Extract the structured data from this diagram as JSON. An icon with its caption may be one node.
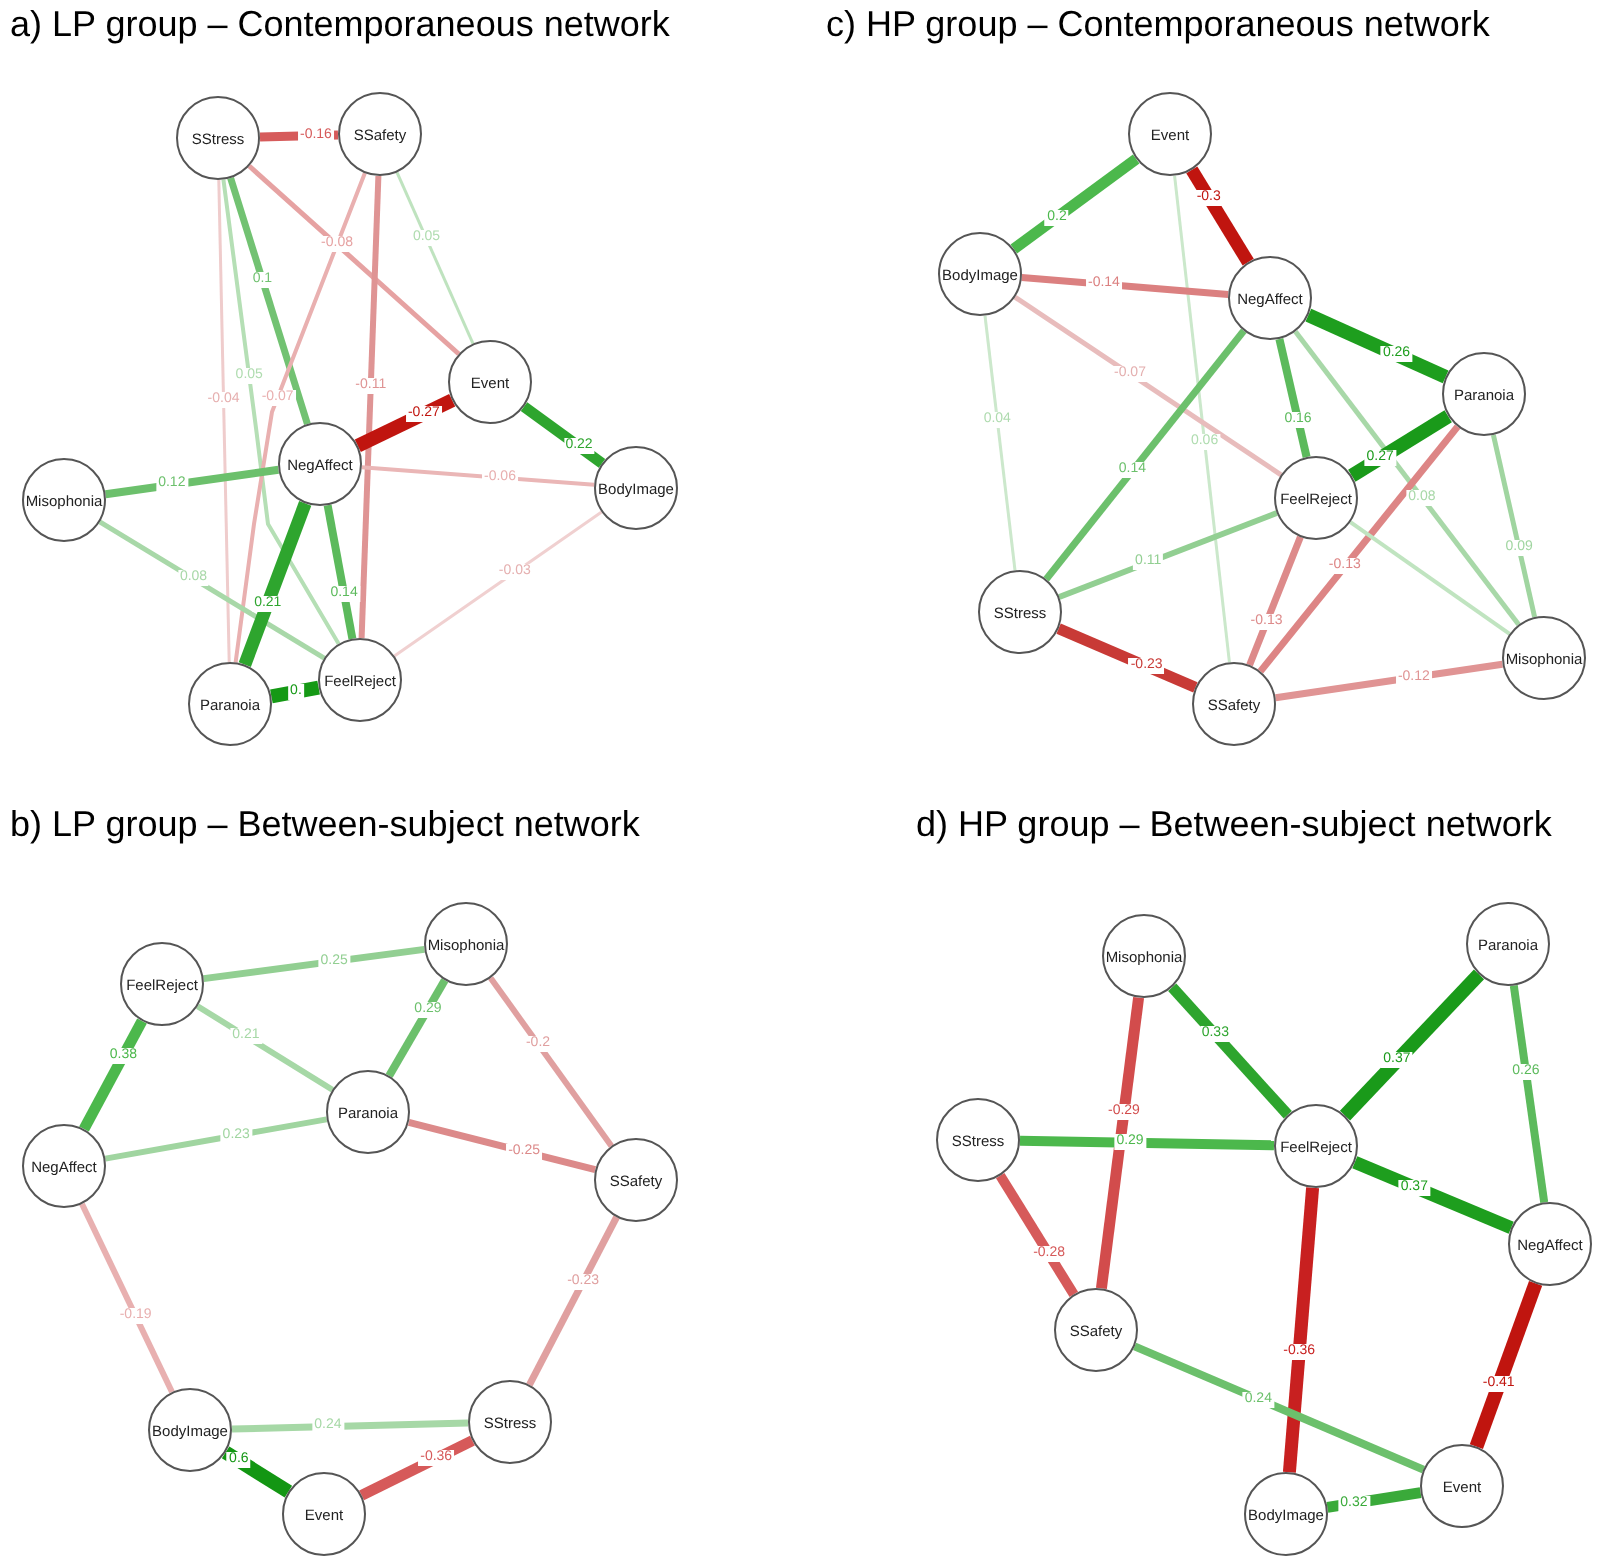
{
  "diagram": {
    "nodes": [
      {
        "text": [
          "SStress"
        ]
      },
      {
        "text": [
          "SSafety"
        ]
      },
      {
        "text": [
          "Event"
        ]
      },
      {
        "text": [
          "NegAffect"
        ]
      },
      {
        "text": [
          "BodyImage"
        ]
      },
      {
        "text": [
          "Misophonia"
        ]
      },
      {
        "text": [
          "Paranoia"
        ]
      },
      {
        "text": [
          "FeelReject"
        ]
      },
      {
        "text": [
          "Event"
        ]
      },
      {
        "text": [
          "BodyImage"
        ]
      },
      {
        "text": [
          "NegAffect"
        ]
      },
      {
        "text": [
          "Paranoia"
        ]
      },
      {
        "text": [
          "FeelReject"
        ]
      },
      {
        "text": [
          "SStress"
        ]
      },
      {
        "text": [
          "SSafety"
        ]
      },
      {
        "text": [
          "Misophonia"
        ]
      },
      {
        "text": [
          "Misophonia"
        ]
      },
      {
        "text": [
          "FeelReject"
        ]
      },
      {
        "text": [
          "Paranoia"
        ]
      },
      {
        "text": [
          "NegAffect"
        ]
      },
      {
        "text": [
          "SSafety"
        ]
      },
      {
        "text": [
          "BodyImage"
        ]
      },
      {
        "text": [
          "SStress"
        ]
      },
      {
        "text": [
          "Event"
        ]
      },
      {
        "text": [
          "Misophonia"
        ]
      },
      {
        "text": [
          "Paranoia"
        ]
      },
      {
        "text": [
          "SStress"
        ]
      },
      {
        "text": [
          "FeelReject"
        ]
      },
      {
        "text": [
          "NegAffect"
        ]
      },
      {
        "text": [
          "SSafety"
        ]
      },
      {
        "text": [
          "Event"
        ]
      },
      {
        "text": [
          "BodyImage"
        ]
      }
    ],
    "edges": [
      {
        "from": 0,
        "to": 1,
        "arrow": "none",
        "label": "-0.16",
        "color": "#d65b5b"
      },
      {
        "from": 0,
        "to": 2,
        "arrow": "none",
        "label": "-0.08",
        "color": "#e6a2a2"
      },
      {
        "from": 0,
        "to": 3,
        "arrow": "none",
        "label": "0.1",
        "color": "#72c272"
      },
      {
        "from": 0,
        "to": 7,
        "arrow": "none",
        "label": "0.05",
        "color": "#b5dfb5"
      },
      {
        "from": 0,
        "to": 6,
        "arrow": "none",
        "label": "-0.04",
        "color": "#efcccc"
      },
      {
        "from": 1,
        "to": 6,
        "arrow": "none",
        "label": "-0.07",
        "color": "#e9b0b0"
      },
      {
        "from": 1,
        "to": 7,
        "arrow": "none",
        "label": "-0.11",
        "color": "#df9494"
      },
      {
        "from": 1,
        "to": 2,
        "arrow": "none",
        "label": "0.05",
        "color": "#bfe3bf"
      },
      {
        "from": 2,
        "to": 3,
        "arrow": "none",
        "label": "-0.27",
        "style": "thick",
        "color": "#c0150f"
      },
      {
        "from": 2,
        "to": 4,
        "arrow": "none",
        "label": "0.22",
        "color": "#2ea52e"
      },
      {
        "from": 3,
        "to": 4,
        "arrow": "none",
        "label": "-0.06",
        "color": "#eab6b6"
      },
      {
        "from": 4,
        "to": 7,
        "arrow": "none",
        "label": "-0.03",
        "color": "#f0d0d0"
      },
      {
        "from": 3,
        "to": 7,
        "arrow": "none",
        "label": "0.14",
        "color": "#5cba5c"
      },
      {
        "from": 3,
        "to": 5,
        "arrow": "none",
        "label": "0.12",
        "color": "#6cc06c"
      },
      {
        "from": 5,
        "to": 7,
        "arrow": "none",
        "label": "0.08",
        "color": "#a8d8a8"
      },
      {
        "from": 3,
        "to": 6,
        "arrow": "none",
        "label": "0.21",
        "style": "thick",
        "color": "#2ea52e"
      },
      {
        "from": 6,
        "to": 7,
        "arrow": "none",
        "label": "0.",
        "style": "thick",
        "color": "#159915"
      },
      {
        "from": 8,
        "to": 9,
        "arrow": "none",
        "label": "0.2",
        "color": "#4cb84c"
      },
      {
        "from": 8,
        "to": 10,
        "arrow": "none",
        "label": "-0.3",
        "style": "thick",
        "color": "#c0150f"
      },
      {
        "from": 8,
        "to": 14,
        "arrow": "none",
        "label": "0.06",
        "color": "#cbe8cb"
      },
      {
        "from": 9,
        "to": 10,
        "arrow": "none",
        "label": "-0.14",
        "color": "#db8080"
      },
      {
        "from": 9,
        "to": 12,
        "arrow": "none",
        "label": "-0.07",
        "color": "#e8bcbc"
      },
      {
        "from": 9,
        "to": 13,
        "arrow": "none",
        "label": "0.04",
        "color": "#cce8cc"
      },
      {
        "from": 10,
        "to": 11,
        "arrow": "none",
        "label": "0.26",
        "style": "thick",
        "color": "#1e9e1e"
      },
      {
        "from": 10,
        "to": 12,
        "arrow": "none",
        "label": "0.16",
        "color": "#5cba5c"
      },
      {
        "from": 10,
        "to": 13,
        "arrow": "none",
        "label": "0.14",
        "color": "#6cc06c"
      },
      {
        "from": 10,
        "to": 15,
        "arrow": "none",
        "label": "0.08",
        "color": "#a8d8a8"
      },
      {
        "from": 11,
        "to": 12,
        "arrow": "none",
        "label": "0.27",
        "style": "thick",
        "color": "#1a9a1a"
      },
      {
        "from": 11,
        "to": 14,
        "arrow": "none",
        "label": "-0.13",
        "color": "#dd8585"
      },
      {
        "from": 11,
        "to": 15,
        "arrow": "none",
        "label": "0.09",
        "color": "#a0d5a0"
      },
      {
        "from": 12,
        "to": 13,
        "arrow": "none",
        "label": "0.11",
        "color": "#92cf92"
      },
      {
        "from": 12,
        "to": 14,
        "arrow": "none",
        "label": "-0.13",
        "color": "#dd8a8a"
      },
      {
        "from": 12,
        "to": 15,
        "arrow": "none",
        "color": "#c0e4c0"
      },
      {
        "from": 13,
        "to": 14,
        "arrow": "none",
        "label": "-0.23",
        "color": "#c83a36"
      },
      {
        "from": 14,
        "to": 15,
        "arrow": "none",
        "label": "-0.12",
        "color": "#e09494"
      },
      {
        "from": 17,
        "to": 16,
        "arrow": "none",
        "label": "0.25",
        "color": "#92cf92"
      },
      {
        "from": 16,
        "to": 18,
        "arrow": "none",
        "label": "0.29",
        "color": "#6cc06c"
      },
      {
        "from": 16,
        "to": 20,
        "arrow": "none",
        "label": "-0.2",
        "color": "#e0a0a0"
      },
      {
        "from": 17,
        "to": 18,
        "arrow": "none",
        "label": "0.21",
        "color": "#a6d8a6"
      },
      {
        "from": 17,
        "to": 19,
        "arrow": "none",
        "label": "0.38",
        "color": "#4cb84c"
      },
      {
        "from": 19,
        "to": 18,
        "arrow": "none",
        "label": "0.23",
        "color": "#a0d5a0"
      },
      {
        "from": 18,
        "to": 20,
        "arrow": "none",
        "label": "-0.25",
        "color": "#dc8a8a"
      },
      {
        "from": 19,
        "to": 21,
        "arrow": "none",
        "label": "-0.19",
        "color": "#e8b0b0"
      },
      {
        "from": 20,
        "to": 22,
        "arrow": "none",
        "label": "-0.23",
        "color": "#e0a0a0"
      },
      {
        "from": 21,
        "to": 22,
        "arrow": "none",
        "label": "0.24",
        "color": "#a6d8a6"
      },
      {
        "from": 21,
        "to": 23,
        "arrow": "none",
        "label": "0.6",
        "style": "thick",
        "color": "#139613"
      },
      {
        "from": 23,
        "to": 22,
        "arrow": "none",
        "label": "-0.36",
        "color": "#d65a5a"
      },
      {
        "from": 24,
        "to": 27,
        "arrow": "none",
        "label": "0.33",
        "color": "#2ea52e"
      },
      {
        "from": 24,
        "to": 29,
        "arrow": "none",
        "label": "-0.29",
        "color": "#d24c4c"
      },
      {
        "from": 25,
        "to": 27,
        "arrow": "none",
        "label": "0.37",
        "style": "thick",
        "color": "#1a9a1a"
      },
      {
        "from": 25,
        "to": 28,
        "arrow": "none",
        "label": "0.26",
        "color": "#5cba5c"
      },
      {
        "from": 26,
        "to": 27,
        "arrow": "none",
        "label": "0.29",
        "color": "#4cb84c"
      },
      {
        "from": 26,
        "to": 29,
        "arrow": "none",
        "label": "-0.28",
        "color": "#d65a5a"
      },
      {
        "from": 27,
        "to": 28,
        "arrow": "none",
        "label": "0.37",
        "style": "thick",
        "color": "#1e9e1e"
      },
      {
        "from": 27,
        "to": 31,
        "arrow": "none",
        "label": "-0.36",
        "style": "thick",
        "color": "#c82020"
      },
      {
        "from": 28,
        "to": 30,
        "arrow": "none",
        "label": "-0.41",
        "style": "thick",
        "color": "#c0150f"
      },
      {
        "from": 29,
        "to": 30,
        "arrow": "none",
        "label": "0.24",
        "color": "#6cc06c"
      },
      {
        "from": 31,
        "to": 30,
        "arrow": "none",
        "label": "0.32",
        "color": "#3aaa3a"
      }
    ],
    "labels": [
      "a) LP group – Contemporaneous network",
      "c) HP group – Contemporaneous network",
      "b) LP group – Between-subject network",
      "d) HP group – Between-subject network"
    ]
  }
}
